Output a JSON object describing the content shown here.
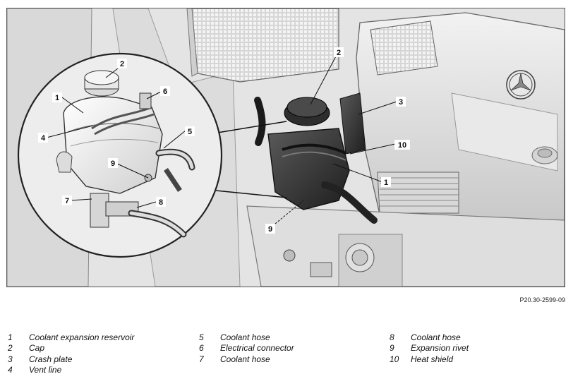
{
  "figure": {
    "code": "P20.30-2599-09",
    "callouts": [
      "1",
      "2",
      "3",
      "4",
      "5",
      "6",
      "7",
      "8",
      "9",
      "10"
    ],
    "logo_icon": "three-pointed-star-icon"
  },
  "legend": [
    [
      {
        "num": "1",
        "text": "Coolant expansion reservoir"
      },
      {
        "num": "2",
        "text": "Cap"
      },
      {
        "num": "3",
        "text": "Crash plate"
      },
      {
        "num": "4",
        "text": "Vent line"
      }
    ],
    [
      {
        "num": "5",
        "text": "Coolant hose"
      },
      {
        "num": "6",
        "text": "Electrical connector"
      },
      {
        "num": "7",
        "text": "Coolant hose"
      }
    ],
    [
      {
        "num": "8",
        "text": "Coolant hose"
      },
      {
        "num": "9",
        "text": "Expansion rivet"
      },
      {
        "num": "10",
        "text": "Heat shield"
      }
    ]
  ]
}
